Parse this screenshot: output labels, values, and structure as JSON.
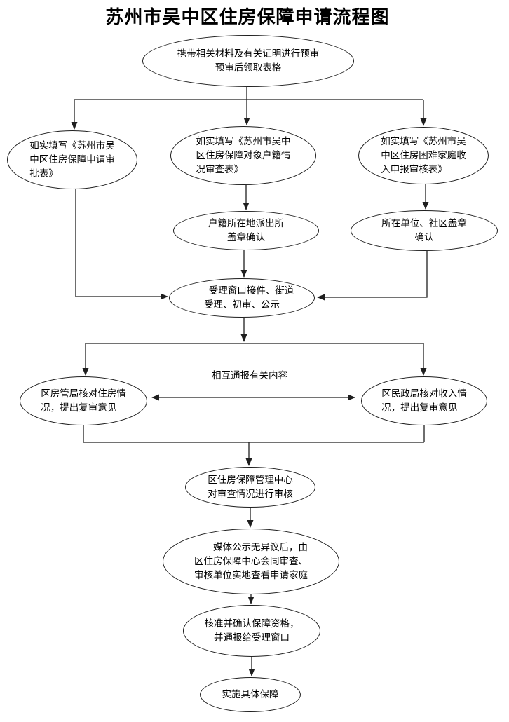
{
  "title": "苏州市吴中区住房保障申请流程图",
  "colors": {
    "line": "#1f1f1f",
    "node_border": "#1f1f1f",
    "background": "#ffffff",
    "text": "#000000"
  },
  "nodes": {
    "pre_review": {
      "text": "携带相关材料及有关证明进行预审\n预审后领取表格"
    },
    "form_approval": {
      "text": "如实填写《苏州市吴\n中区住房保障申请审\n批表》"
    },
    "form_household": {
      "text": "如实填写《苏州市吴中\n区住房保障对象户籍情\n况审查表》"
    },
    "form_income": {
      "text": "如实填写《苏州市吴\n中区住房困难家庭收\n入申报审核表》"
    },
    "police_stamp": {
      "text": "户籍所在地派出所\n盖章确认"
    },
    "employer_stamp": {
      "text": "所在单位、社区盖章\n确认"
    },
    "acceptance_window": {
      "text": "受理窗口接件、街道\n受理、初审、公示"
    },
    "housing_bureau": {
      "text": "区房管局核对住房情\n况，提出复审意见"
    },
    "civil_affairs_bureau": {
      "text": "区民政局核对收入情\n况，提出复审意见"
    },
    "mutual_notify_label": {
      "text": "相互通报有关内容"
    },
    "mgmt_center_review": {
      "text": "区住房保障管理中心\n对审查情况进行审核"
    },
    "media_publicity": {
      "text": "媒体公示无异议后，由\n区住房保障中心会同审查、\n审核单位实地查看申请家庭"
    },
    "approve_confirm": {
      "text": "核准并确认保障资格，\n并通报给受理窗口"
    },
    "implement": {
      "text": "实施具体保障"
    }
  }
}
